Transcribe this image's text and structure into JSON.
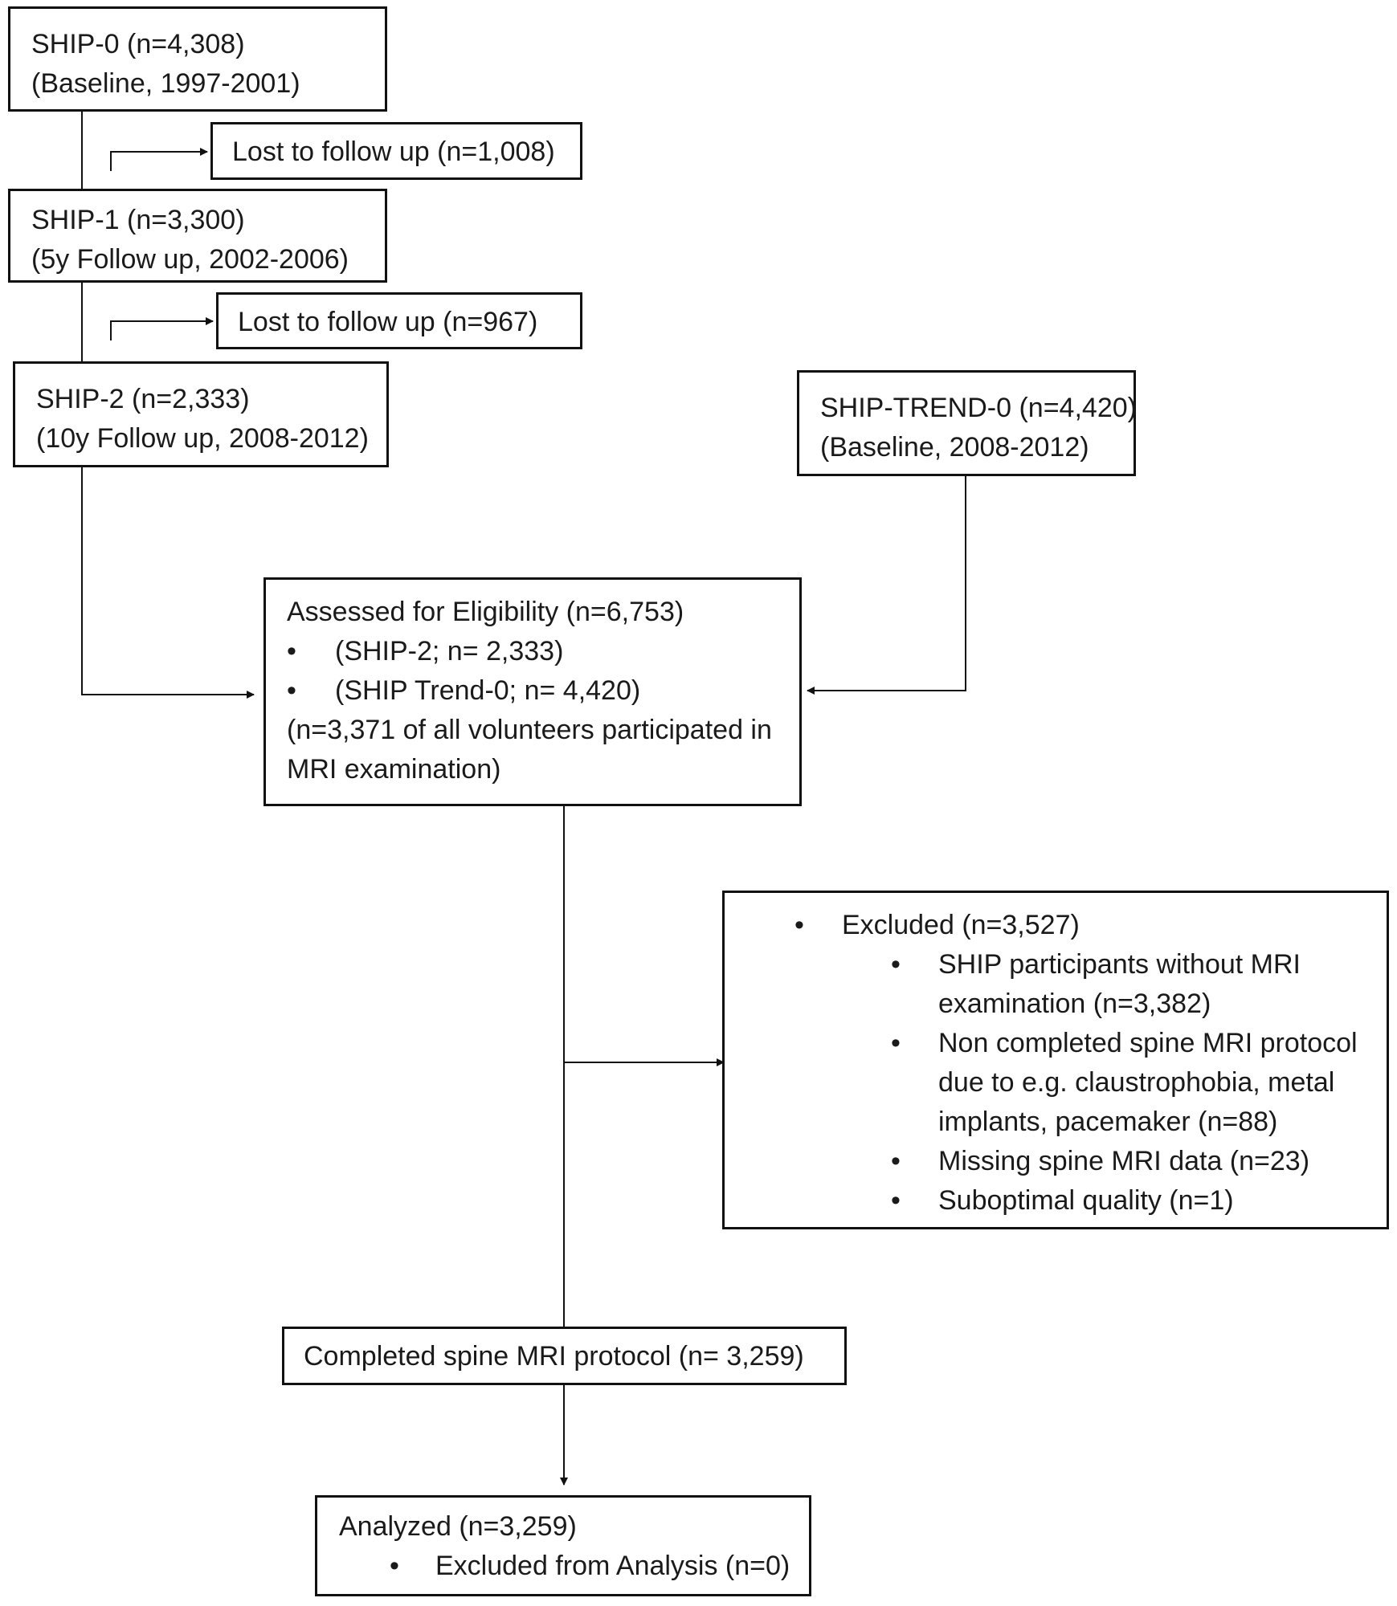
{
  "ship0": {
    "line1": "SHIP-0 (n=4,308)",
    "line2": "(Baseline, 1997-2001)"
  },
  "lost1": {
    "label": "Lost to follow up (n=1,008)"
  },
  "ship1": {
    "line1": "SHIP-1 (n=3,300)",
    "line2": "(5y Follow up, 2002-2006)"
  },
  "lost2": {
    "label": "Lost to follow up (n=967)"
  },
  "ship2": {
    "line1": "SHIP-2 (n=2,333)",
    "line2": "(10y Follow up, 2008-2012)"
  },
  "trend": {
    "line1": "SHIP-TREND-0 (n=4,420)",
    "line2": "(Baseline, 2008-2012)"
  },
  "eligibility": {
    "title": "Assessed for Eligibility (n=6,753)",
    "bullet": "•",
    "items": [
      "(SHIP-2; n= 2,333)",
      "(SHIP Trend-0; n= 4,420)"
    ],
    "note_line1": "(n=3,371 of all volunteers participated in",
    "note_line2": "MRI examination)"
  },
  "excluded": {
    "bullet": "•",
    "title": "Excluded (n=3,527)",
    "items": [
      {
        "lines": [
          "SHIP participants without MRI",
          "examination (n=3,382)"
        ]
      },
      {
        "lines": [
          "Non completed spine MRI protocol",
          "due to e.g. claustrophobia, metal",
          "implants, pacemaker (n=88)"
        ]
      },
      {
        "lines": [
          "Missing spine MRI data (n=23)"
        ]
      },
      {
        "lines": [
          "Suboptimal quality (n=1)"
        ]
      }
    ]
  },
  "completed": {
    "label": "Completed spine MRI protocol (n= 3,259)"
  },
  "analyzed": {
    "title": "Analyzed (n=3,259)",
    "bullet": "•",
    "item": "Excluded from Analysis (n=0)"
  }
}
